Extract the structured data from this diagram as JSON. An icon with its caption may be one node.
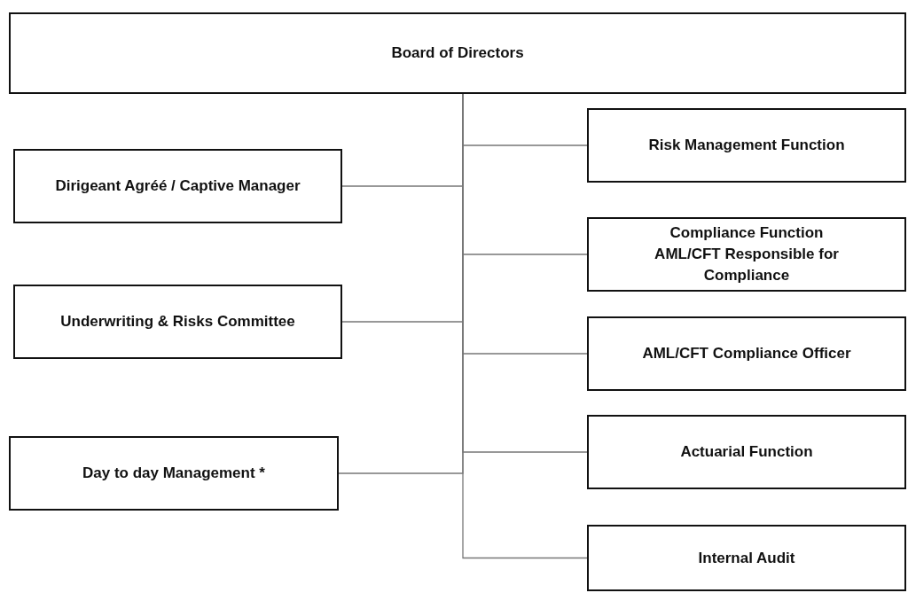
{
  "diagram": {
    "nodes": [
      {
        "text": [
          "Board of Directors"
        ]
      },
      {
        "text": [
          "Risk Management Function"
        ]
      },
      {
        "text": [
          "Dirigeant Agréé / Captive Manager"
        ]
      },
      {
        "text": [
          "Compliance Function",
          "AML/CFT Responsible for Compliance"
        ]
      },
      {
        "text": [
          "Underwriting & Risks Committee"
        ]
      },
      {
        "text": [
          "AML/CFT Compliance Officer"
        ]
      },
      {
        "text": [
          "Day to day Management *"
        ]
      },
      {
        "text": [
          "Actuarial Function"
        ]
      },
      {
        "text": [
          "Internal Audit"
        ]
      }
    ],
    "edges": [
      {
        "from": 0,
        "to": 1,
        "arrow": "none"
      },
      {
        "from": 0,
        "to": 2,
        "arrow": "none"
      },
      {
        "from": 0,
        "to": 3,
        "arrow": "none"
      },
      {
        "from": 0,
        "to": 4,
        "arrow": "none"
      },
      {
        "from": 0,
        "to": 5,
        "arrow": "none"
      },
      {
        "from": 0,
        "to": 6,
        "arrow": "none"
      },
      {
        "from": 0,
        "to": 7,
        "arrow": "none"
      },
      {
        "from": 0,
        "to": 8,
        "arrow": "none"
      }
    ]
  }
}
